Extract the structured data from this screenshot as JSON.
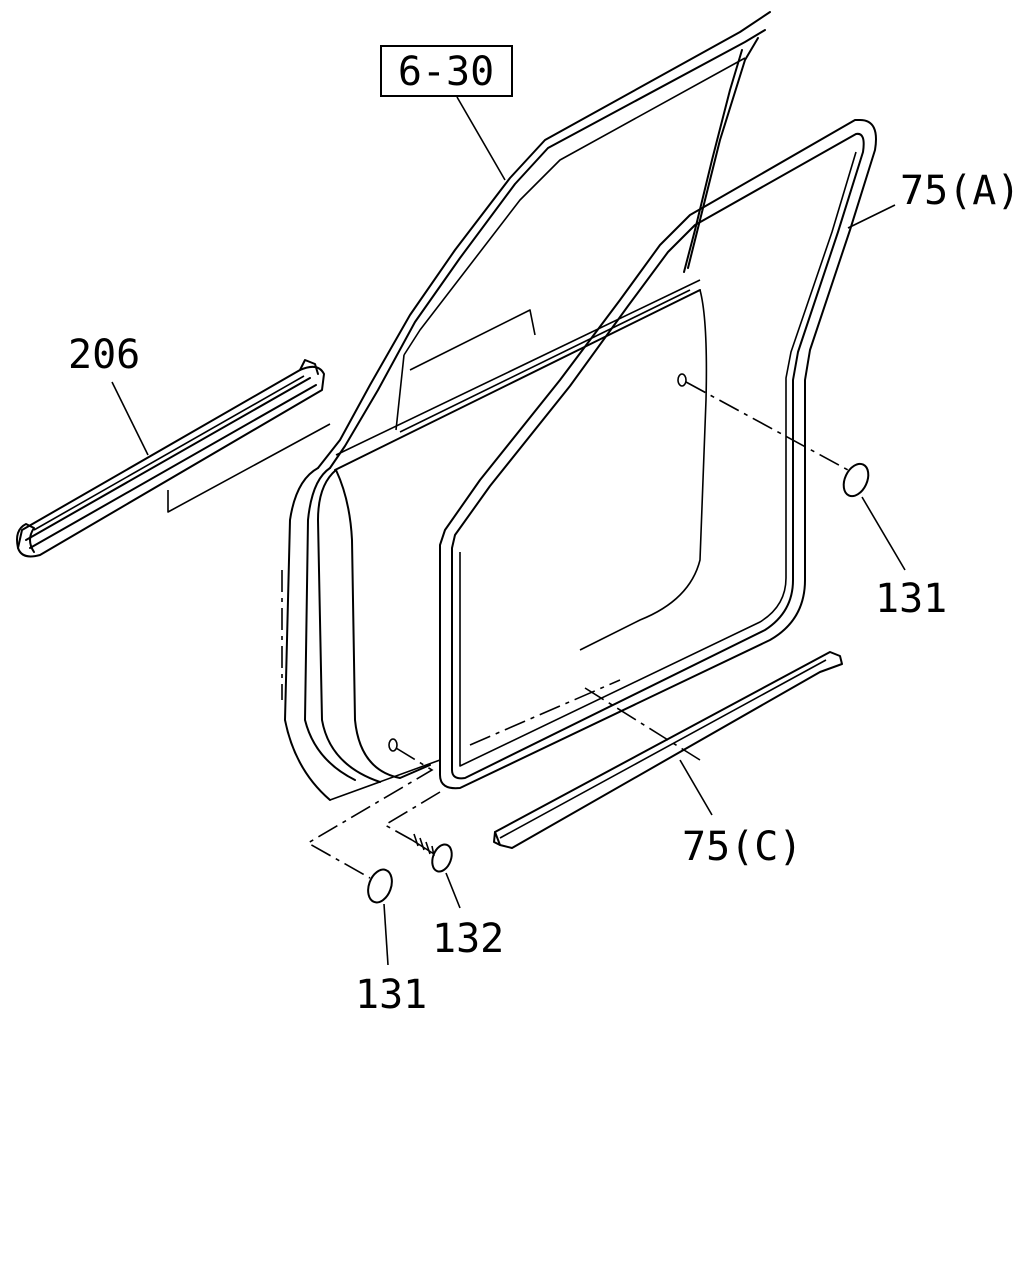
{
  "callouts": {
    "ref_box": "6-30",
    "weatherstrip_a": "75(A)",
    "weatherstrip_c": "75(C)",
    "belt_molding": "206",
    "plug_upper": "131",
    "plug_lower": "131",
    "clip": "132"
  },
  "colors": {
    "line": "#000000",
    "background": "#ffffff"
  }
}
